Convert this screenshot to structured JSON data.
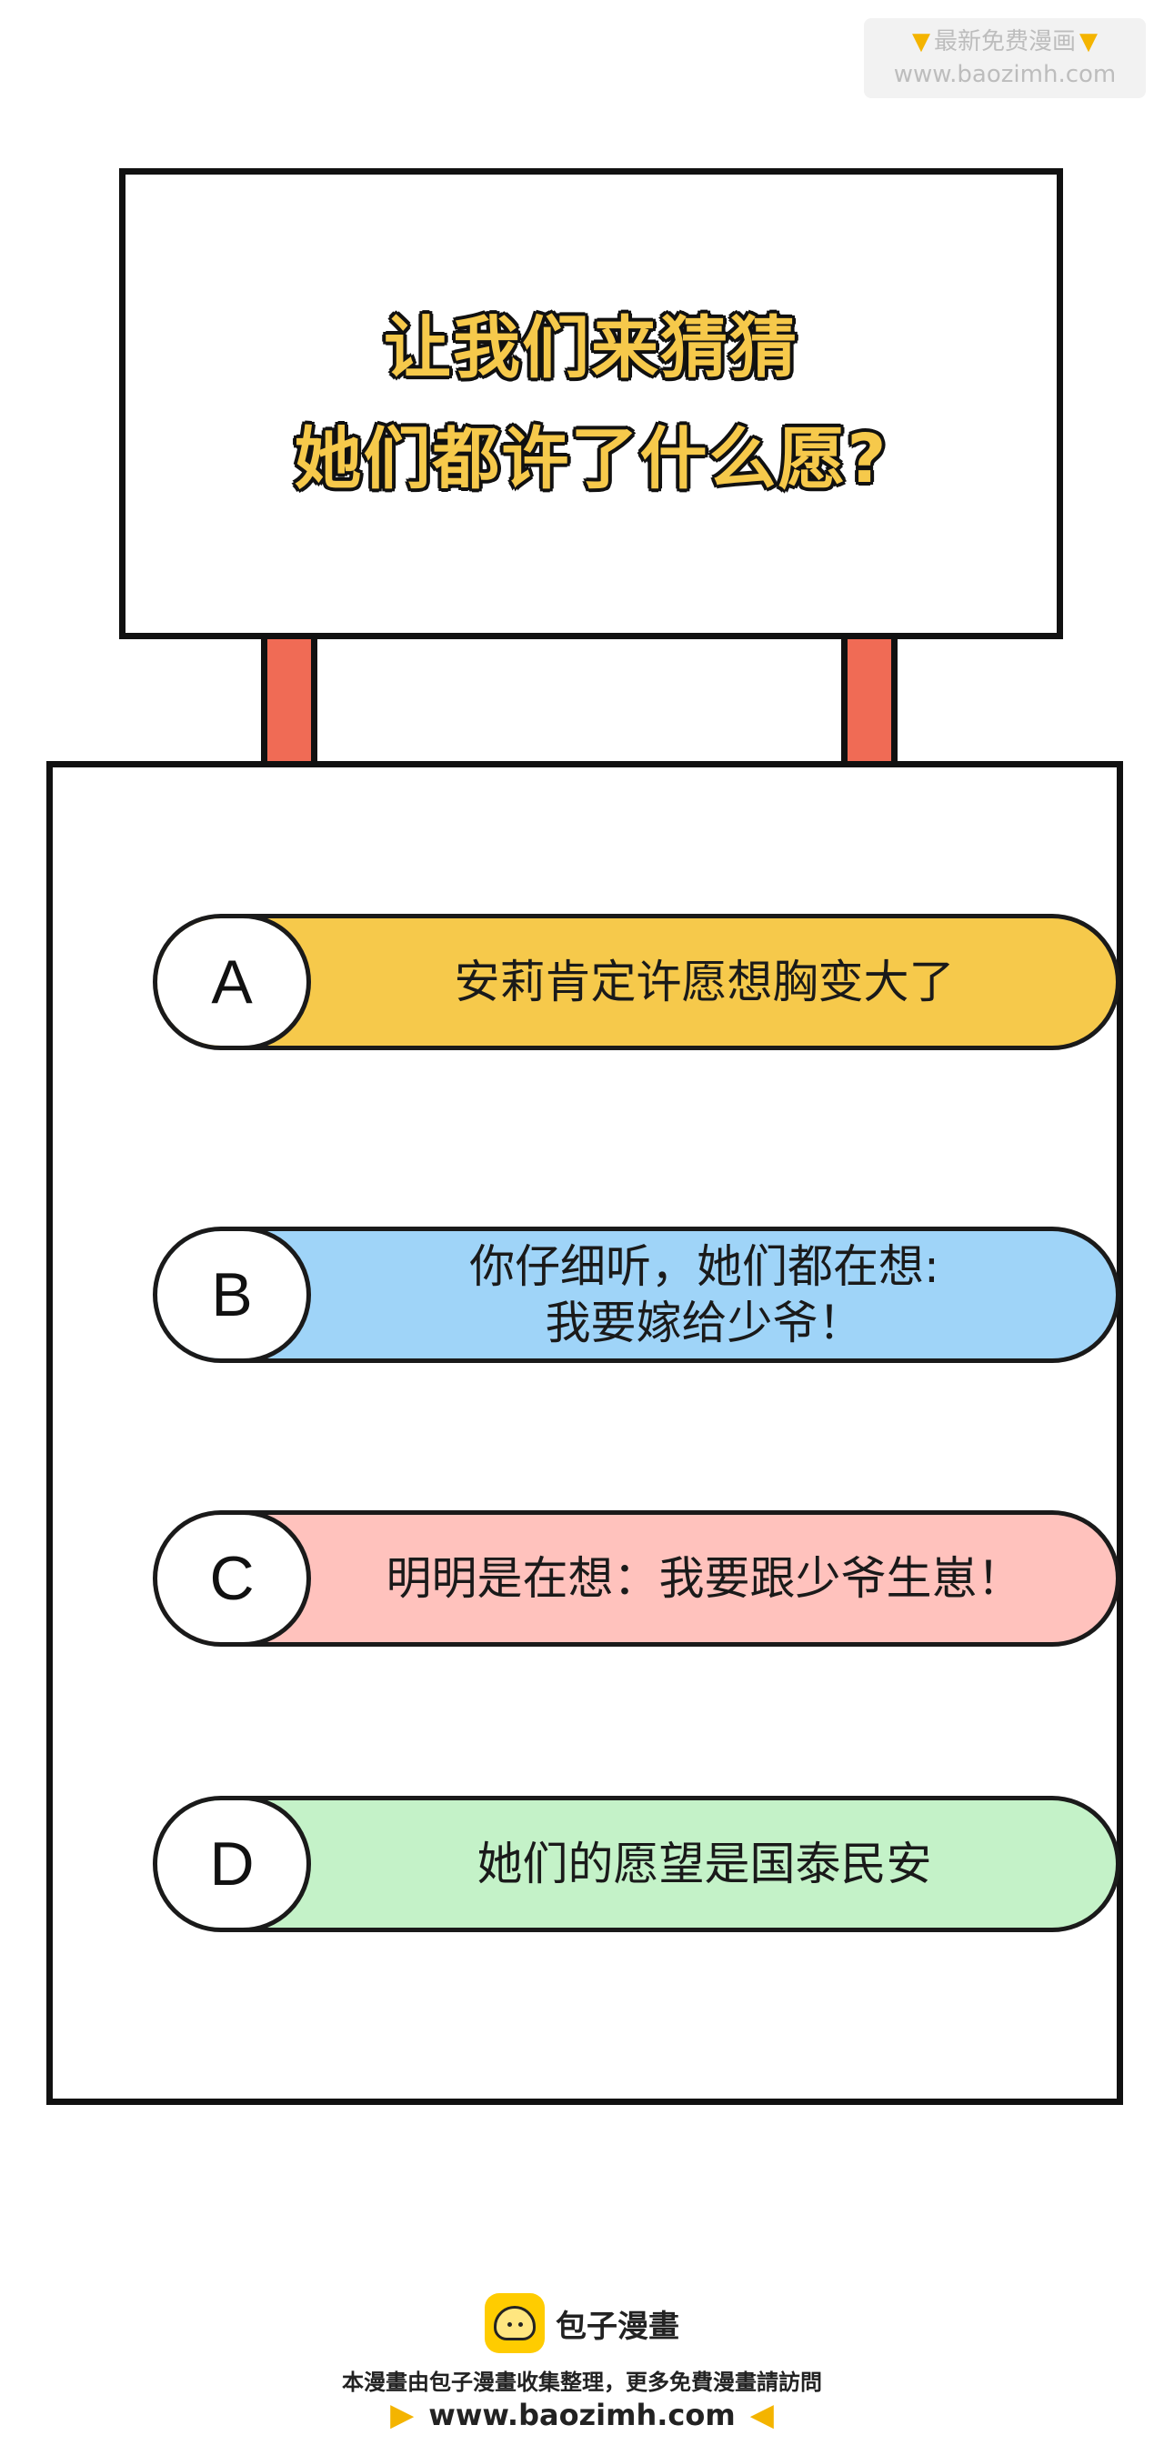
{
  "watermark": {
    "line1": "最新免费漫画",
    "line2": "www.baozimh.com"
  },
  "sign": {
    "line1": "让我们来猜猜",
    "line2": "她们都许了什么愿?"
  },
  "options": [
    {
      "letter": "A",
      "lines": [
        "安莉肯定许愿想胸变大了"
      ],
      "color": "#f6c94b"
    },
    {
      "letter": "B",
      "lines": [
        "你仔细听，她们都在想:",
        "我要嫁给少爷！"
      ],
      "color": "#9fd4f8"
    },
    {
      "letter": "C",
      "lines": [
        "明明是在想：我要跟少爷生崽！"
      ],
      "color": "#ffc2bd"
    },
    {
      "letter": "D",
      "lines": [
        "她们的愿望是国泰民安"
      ],
      "color": "#c4f2c8"
    }
  ],
  "footer": {
    "brand": "包子漫畫",
    "note": "本漫畫由包子漫畫收集整理，更多免費漫畫請訪問",
    "url": "www.baozimh.com"
  },
  "colors": {
    "post": "#f06b55",
    "title_fill": "#f6c94b",
    "outline": "#111111"
  }
}
